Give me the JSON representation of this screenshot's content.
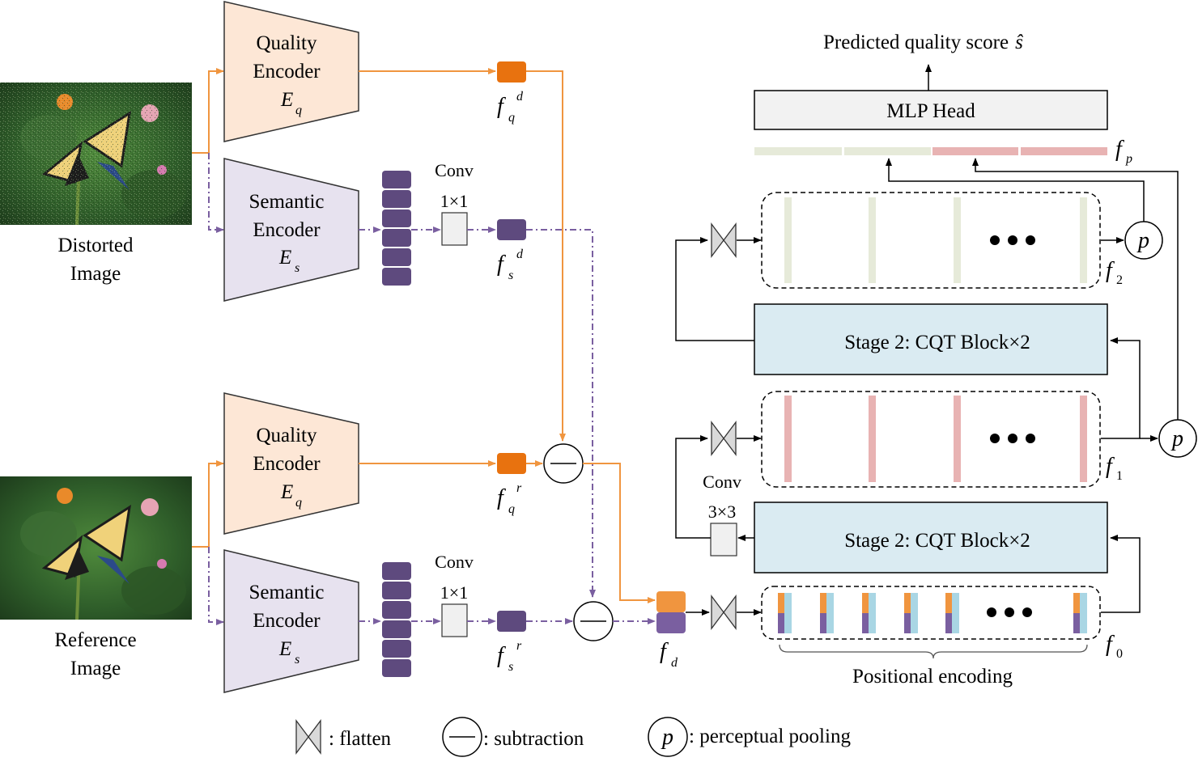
{
  "images": {
    "distorted": {
      "label_line1": "Distorted",
      "label_line2": "Image"
    },
    "reference": {
      "label_line1": "Reference",
      "label_line2": "Image"
    }
  },
  "encoders": {
    "quality": {
      "line1": "Quality",
      "line2": "Encoder",
      "symbol": "E",
      "subscript": "q"
    },
    "semantic": {
      "line1": "Semantic",
      "line2": "Encoder",
      "symbol": "E",
      "subscript": "s"
    }
  },
  "conv1x1": {
    "label": "Conv",
    "kernel": "1×1"
  },
  "conv3x3": {
    "label": "Conv",
    "kernel": "3×3"
  },
  "features": {
    "fqd": {
      "base": "f",
      "sub": "q",
      "sup": "d"
    },
    "fsd": {
      "base": "f",
      "sub": "s",
      "sup": "d"
    },
    "fqr": {
      "base": "f",
      "sub": "q",
      "sup": "r"
    },
    "fsr": {
      "base": "f",
      "sub": "s",
      "sup": "r"
    },
    "fd": {
      "base": "f",
      "sub": "d"
    },
    "f0": {
      "base": "f",
      "sub": "0"
    },
    "f1": {
      "base": "f",
      "sub": "1"
    },
    "f2": {
      "base": "f",
      "sub": "2"
    },
    "fp": {
      "base": "f",
      "sub": "p"
    }
  },
  "blocks": {
    "mlp_head": "MLP Head",
    "stage_top": "Stage 2: CQT Block×2",
    "stage_bottom": "Stage 2: CQT Block×2"
  },
  "output": {
    "text": "Predicted quality score",
    "symbol": "ŝ"
  },
  "positional_encoding": "Positional encoding",
  "pooling_symbol": "p",
  "legend": {
    "flatten": ": flatten",
    "subtraction": ": subtraction",
    "pooling": ": perceptual pooling"
  },
  "colors": {
    "quality_fill": "#fde7d6",
    "semantic_fill": "#e7e2ef",
    "orange": "#f0953f",
    "orange_dark": "#e8720f",
    "purple": "#5e4a7e",
    "purple_mid": "#7a5fa0",
    "stage_fill": "#daebf2",
    "f2_bar": "#e6ead9",
    "f1_bar": "#e8b3b3",
    "pe_blue": "#a9d6e4"
  }
}
